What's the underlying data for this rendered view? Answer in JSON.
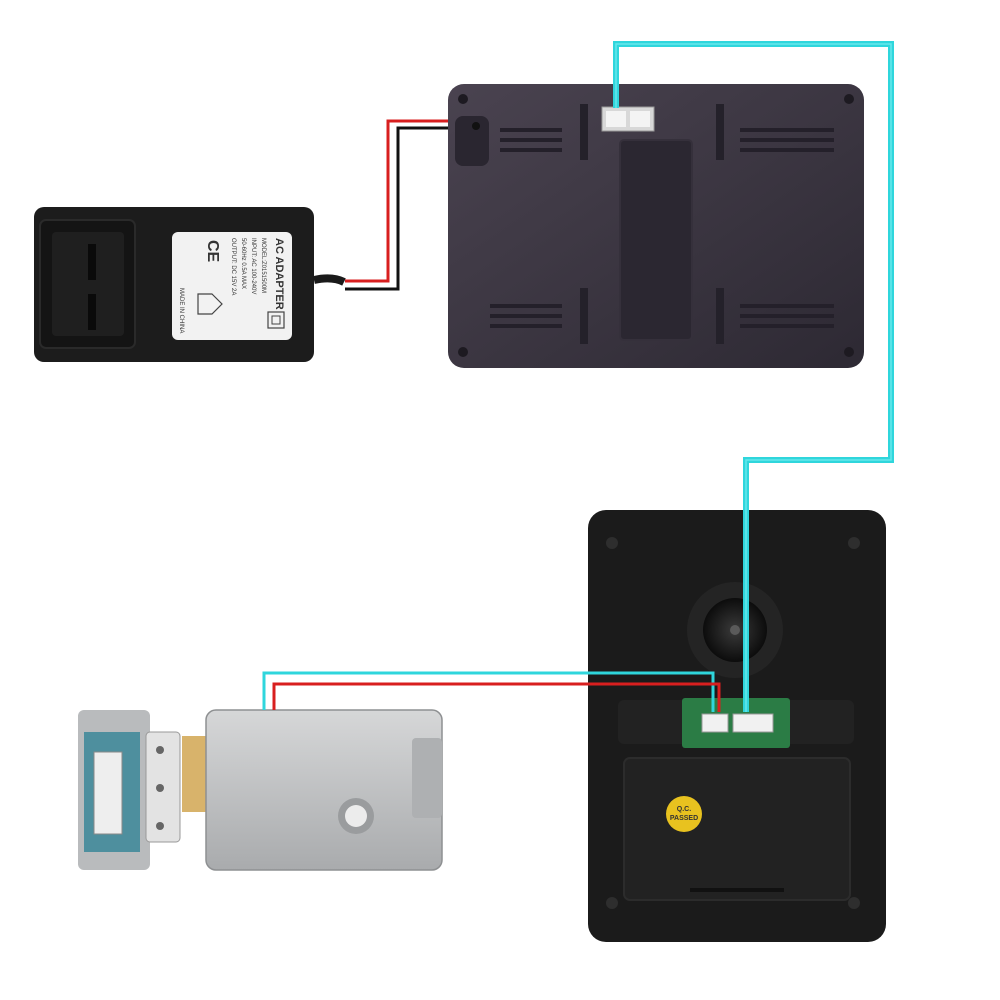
{
  "diagram": {
    "colors": {
      "data_wire": "#2fd6dc",
      "positive_wire": "#d81f1f",
      "negative_wire": "#111111",
      "monitor_body": "#3f3a45",
      "doorbell_body": "#1b1b1b",
      "lock_body": "#bfc1c3",
      "adapter_body": "#1c1c1c"
    },
    "adapter_label": {
      "title": "AC ADAPTER",
      "model": "MODEL:Z0151500M",
      "input": "INPUT: AC 100-240V",
      "freq": "50-60Hz 0.5A MAX",
      "output": "OUTPUT: DC 15V 2A",
      "ce": "CE",
      "origin": "MADE IN CHINA"
    },
    "qc_sticker": {
      "line1": "Q.C.",
      "line2": "PASSED"
    }
  }
}
